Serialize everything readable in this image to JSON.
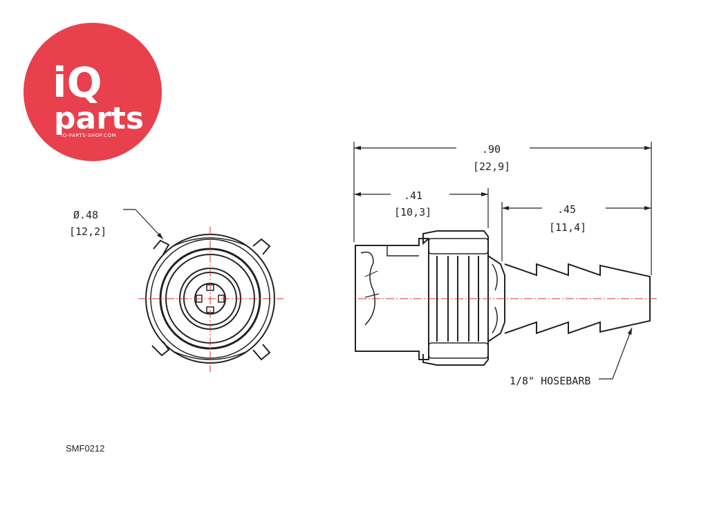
{
  "logo": {
    "line1": "iQ",
    "line2": "parts",
    "tagline": "IQ-PARTS-SHOP.COM",
    "color": "#e8404c"
  },
  "dimensions": {
    "diameter": {
      "inch": "Ø.48",
      "mm": "[12,2]"
    },
    "overall": {
      "inch": ".90",
      "mm": "[22,9]"
    },
    "body": {
      "inch": ".41",
      "mm": "[10,3]"
    },
    "barb": {
      "inch": ".45",
      "mm": "[11,4]"
    }
  },
  "callout": {
    "label": "1/8\" HOSEBARB"
  },
  "part_code": "SMF0212",
  "colors": {
    "line": "#222222",
    "centerline": "#d9302b"
  }
}
